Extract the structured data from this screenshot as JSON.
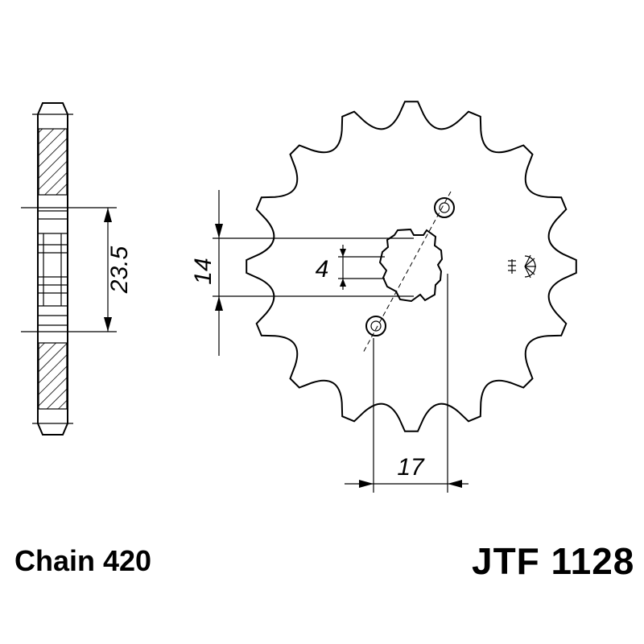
{
  "dimensions": {
    "pitch_span": "23.5",
    "bore_flats": "14",
    "keyway": "4",
    "hole_spacing": "17"
  },
  "caption": {
    "chain": "Chain 420",
    "part_number": "JTF 1128"
  },
  "sprocket": {
    "teeth": 16
  }
}
